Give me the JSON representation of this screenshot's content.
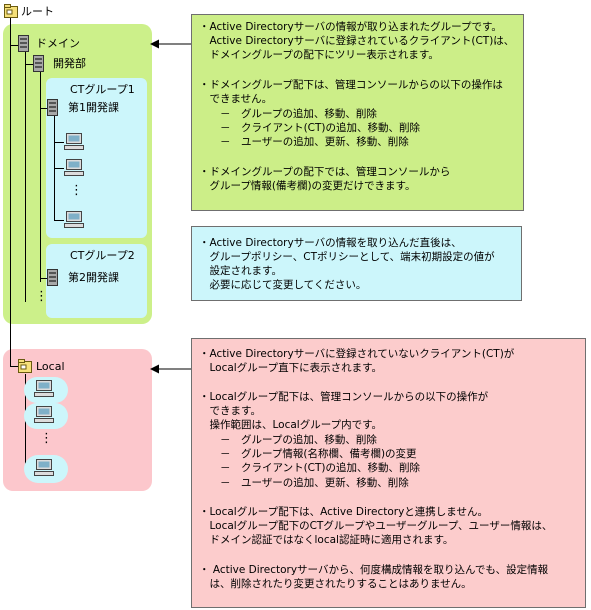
{
  "tree": {
    "root_label": "ルート",
    "domain_label": "ドメイン",
    "dev_dept_label": "開発部",
    "ct_group1_label": "CTグループ1",
    "dev1_label": "第1開発課",
    "ct_group2_label": "CTグループ2",
    "dev2_label": "第2開発課",
    "local_label": "Local",
    "ellipsis": "⋮"
  },
  "notes": {
    "ad_groups": [
      "・Active Directoryサーバの情報が取り込まれたグループです。",
      "　Active Directoryサーバに登録されているクライアント(CT)は、",
      "　ドメイングループの配下にツリー表示されます。",
      "",
      "・ドメイングループ配下は、管理コンソールからの以下の操作は",
      "　できません。",
      "　　－　グループの追加、移動、削除",
      "　　－　クライアント(CT)の追加、移動、削除",
      "　　－　ユーザーの追加、更新、移動、削除",
      "",
      "・ドメイングループの配下では、管理コンソールから",
      "　グループ情報(備考欄)の変更だけできます。"
    ],
    "policy": [
      "・Active Directoryサーバの情報を取り込んだ直後は、",
      "　グループポリシー、CTポリシーとして、端末初期設定の値が",
      "　設定されます。",
      "　必要に応じて変更してください。"
    ],
    "local": [
      "・Active Directoryサーバに登録されていないクライアント(CT)が",
      "　Localグループ直下に表示されます。",
      "",
      "・Localグループ配下は、管理コンソールからの以下の操作が",
      "　できます。",
      "　操作範囲は、Localグループ内です。",
      "　　－　グループの追加、移動、削除",
      "　　－　グループ情報(名称欄、備考欄)の変更",
      "　　－　クライアント(CT)の追加、移動、削除",
      "　　－　ユーザーの追加、更新、移動、削除",
      "",
      "",
      "・Localグループ配下は、Active Directoryと連携しません。",
      "　Localグループ配下のCTグループやユーザーグループ、ユーザー情報は、",
      "　ドメイン認証ではなくlocal認証時に適用されます。",
      "",
      "・ Active Directoryサーバから、何度構成情報を取り込んでも、設定情報",
      "　は、削除されたり変更されたりすることはありません。"
    ]
  },
  "colors": {
    "green_panel": "#ccf08a",
    "green_box": "#ccee88",
    "cyan_panel": "#ccf6fb",
    "cyan_box": "#ccf6fb",
    "pink_panel": "#fcc7cc",
    "pink_box": "#fccccc",
    "client_bubble": "#ccf6fb"
  },
  "icons": [
    "folder-icon",
    "server-icon",
    "computer-icon",
    "arrow-left-icon"
  ]
}
